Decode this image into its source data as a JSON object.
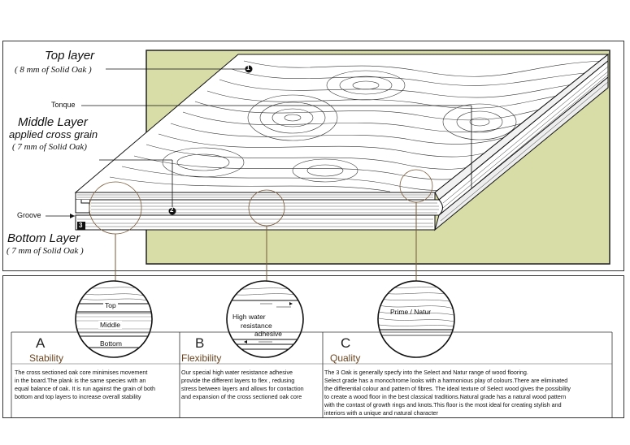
{
  "labels": {
    "top_layer": "Top layer",
    "top_layer_spec": "( 8 mm of Solid Oak )",
    "tonque": "Tonque",
    "middle_layer": "Middle Layer",
    "middle_layer_sub": "applied cross grain",
    "middle_layer_spec": "( 7 mm of Solid Oak)",
    "groove": "Groove",
    "bottom_layer": "Bottom Layer",
    "bottom_layer_spec": "( 7 mm of Solid Oak )",
    "marker_1": "1",
    "marker_2": "2",
    "marker_3": "3"
  },
  "details": {
    "stability": {
      "top": "Top",
      "middle": "Middle",
      "bottom": "Bottom"
    },
    "flexibility": {
      "line1": "High water",
      "line2": "resistance",
      "line3": "adhesive"
    },
    "quality": {
      "label": "Prime / Natur"
    }
  },
  "sections": [
    {
      "letter": "A",
      "title": "Stability",
      "lines": [
        "The cross sectioned oak core minimises movement",
        "in the board.The plank is the same species with an",
        "equal balance of oak. It is run against the grain of both",
        "bottom and top layers to increase overall stability"
      ]
    },
    {
      "letter": "B",
      "title": "Flexibility",
      "lines": [
        "Our special high water resistance adhesive",
        "provide the different layers to flex , redusing",
        "stress between layers and allows for contaction",
        "and expansion of the cross sectioned oak core"
      ]
    },
    {
      "letter": "C",
      "title": "Quality",
      "lines": [
        "The 3 Oak is generally specfy into the Select and Natur range of wood flooring.",
        "Select grade has a monochrome looks with a harmonious play of colours.There are eliminated",
        "the differential colour and pattern of fibres. The ideal texture of Select wood gives the possibility",
        "to create a wood floor in the best classical traditions.Natural grade has a natural wood pattern",
        "with the contast of growth rings and knots.This floor is the most ideal for creating stylish and",
        "interiors with a unique and natural character"
      ]
    }
  ],
  "colors": {
    "background_panel": "#d8dca6",
    "section_title": "#6b4520",
    "callout_line": "#7a5a3a"
  }
}
